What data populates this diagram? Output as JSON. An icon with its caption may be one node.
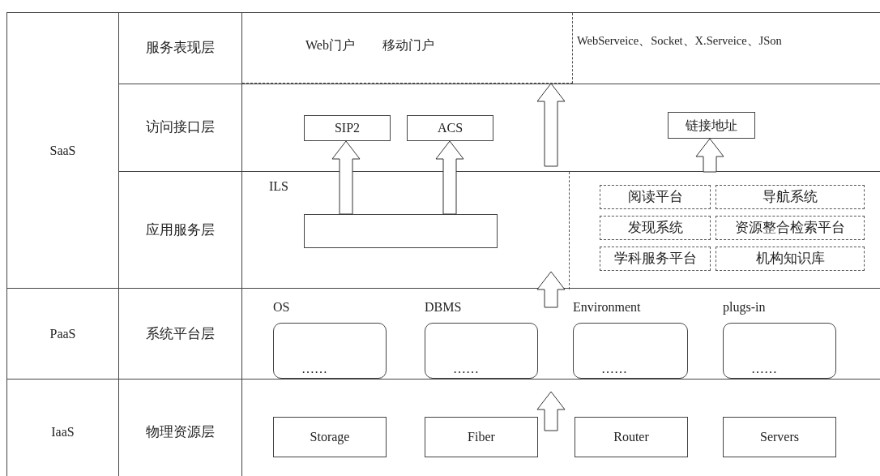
{
  "diagram": {
    "nodes": [
      {
        "text": [
          "SaaS"
        ]
      },
      {
        "text": [
          "服务表现层"
        ],
        "in": 0
      },
      {
        "text": [
          "Web门户",
          "移动门户"
        ],
        "in": 1
      },
      {
        "text": [
          "访问接口层"
        ],
        "in": 0
      },
      {
        "text": [
          "SIP2"
        ],
        "in": 3
      },
      {
        "text": [
          "ACS"
        ],
        "in": 3
      },
      {
        "text": [
          "链接地址"
        ],
        "in": 3
      },
      {
        "text": [
          "应用服务层"
        ],
        "in": 0
      },
      {
        "text": [
          "ILS"
        ],
        "in": 7
      },
      {
        "text": [],
        "shape": "box",
        "in": 7
      },
      {
        "text": [
          "阅读平台"
        ],
        "in": 9
      },
      {
        "text": [
          "导航系统"
        ],
        "in": 9
      },
      {
        "text": [
          "发现系统"
        ],
        "in": 9
      },
      {
        "text": [
          "资源整合检索平台"
        ],
        "in": 9
      },
      {
        "text": [
          "学科服务平台"
        ],
        "in": 9
      },
      {
        "text": [
          "机构知识库"
        ],
        "in": 9
      },
      {
        "text": [
          "PaaS"
        ]
      },
      {
        "text": [
          "系统平台层"
        ],
        "in": 16
      },
      {
        "text": [
          "OS",
          "……"
        ],
        "in": 17
      },
      {
        "text": [
          "DBMS",
          "……"
        ],
        "in": 17
      },
      {
        "text": [
          "Environment",
          "……"
        ],
        "in": 17
      },
      {
        "text": [
          "plugs-in",
          "……"
        ],
        "in": 17
      },
      {
        "text": [
          "IaaS"
        ]
      },
      {
        "text": [
          "物理资源层"
        ],
        "in": 22
      },
      {
        "text": [
          "Storage"
        ],
        "in": 23
      },
      {
        "text": [
          "Fiber"
        ],
        "in": 23
      },
      {
        "text": [
          "Router"
        ],
        "in": 23
      },
      {
        "text": [
          "Servers"
        ],
        "in": 23
      }
    ],
    "edges": [
      {
        "from": null,
        "to": 2,
        "arrow": "to"
      },
      {
        "from": 8,
        "to": 4,
        "arrow": "to"
      },
      {
        "from": 8,
        "to": 5,
        "arrow": "to"
      },
      {
        "from": 9,
        "to": 6,
        "arrow": "to"
      },
      {
        "from": 17,
        "to": 7,
        "arrow": "to"
      },
      {
        "from": 23,
        "to": 17,
        "arrow": "to"
      }
    ],
    "labels": [
      "WebServeice、Socket、X.Serveice、JSon"
    ]
  }
}
